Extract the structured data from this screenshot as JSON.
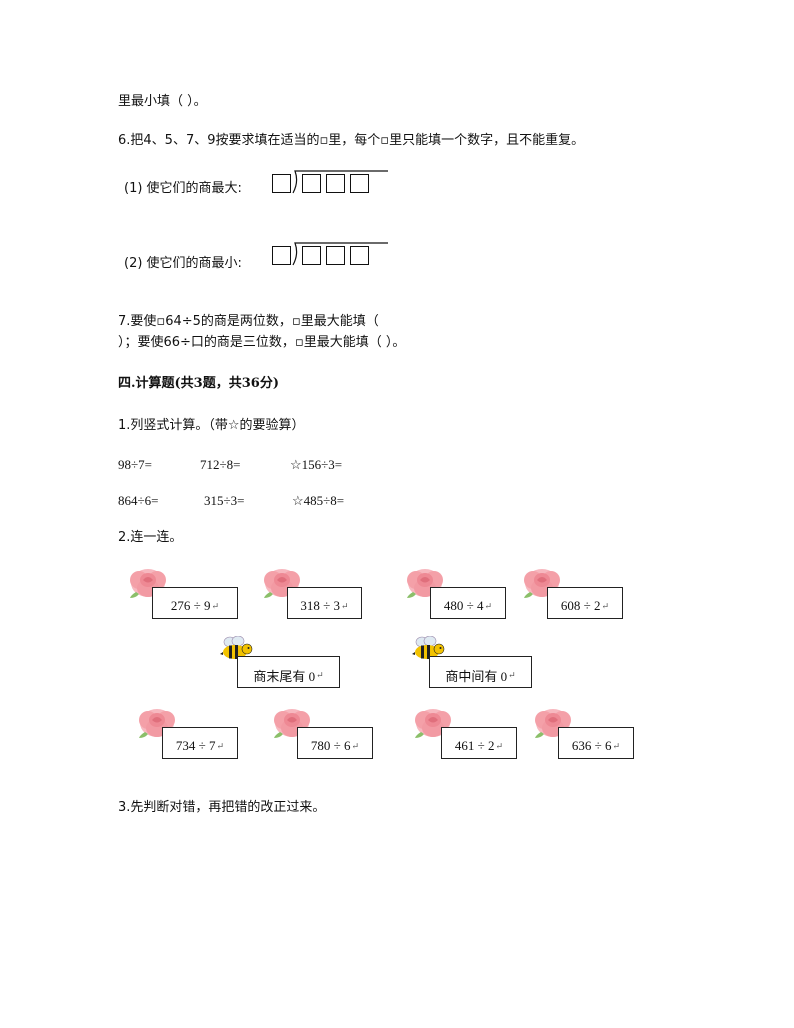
{
  "line_top": "里最小填（  ）。",
  "q6": {
    "stem": "6.把4、5、7、9按要求填在适当的▫里，每个▫里只能填一个数字，且不能重复。",
    "part1": "(1)  使它们的商最大:",
    "part2": "(2)  使它们的商最小:"
  },
  "q7": {
    "line1": "7.要使▫64÷5的商是两位数，▫里最大能填（",
    "line2": "）；要使66÷口的商是三位数，▫里最大能填（  ）。"
  },
  "section4": {
    "title": "四.计算题(共3题，共36分)",
    "q1_title": "1.列竖式计算。（带☆的要验算）",
    "row1": [
      "98÷7=",
      "712÷8=",
      "☆156÷3="
    ],
    "row2": [
      "864÷6=",
      "315÷3=",
      "☆485÷8="
    ],
    "q2_title": "2.连一连。",
    "top_exprs": [
      "276 ÷ 9",
      "318 ÷ 3",
      "480 ÷ 4",
      "608 ÷ 2"
    ],
    "middle_labels": [
      "商末尾有 0",
      "商中间有 0"
    ],
    "bottom_exprs": [
      "734 ÷ 7",
      "780 ÷ 6",
      "461 ÷ 2",
      "636 ÷ 6"
    ],
    "return_mark": "↵",
    "q3_title": "3.先判断对错，再把错的改正过来。"
  },
  "icons": {
    "flower": "rose-icon",
    "bee": "bee-icon"
  },
  "colors": {
    "flower": "#f4a0a8",
    "bee": "#f2c200"
  }
}
